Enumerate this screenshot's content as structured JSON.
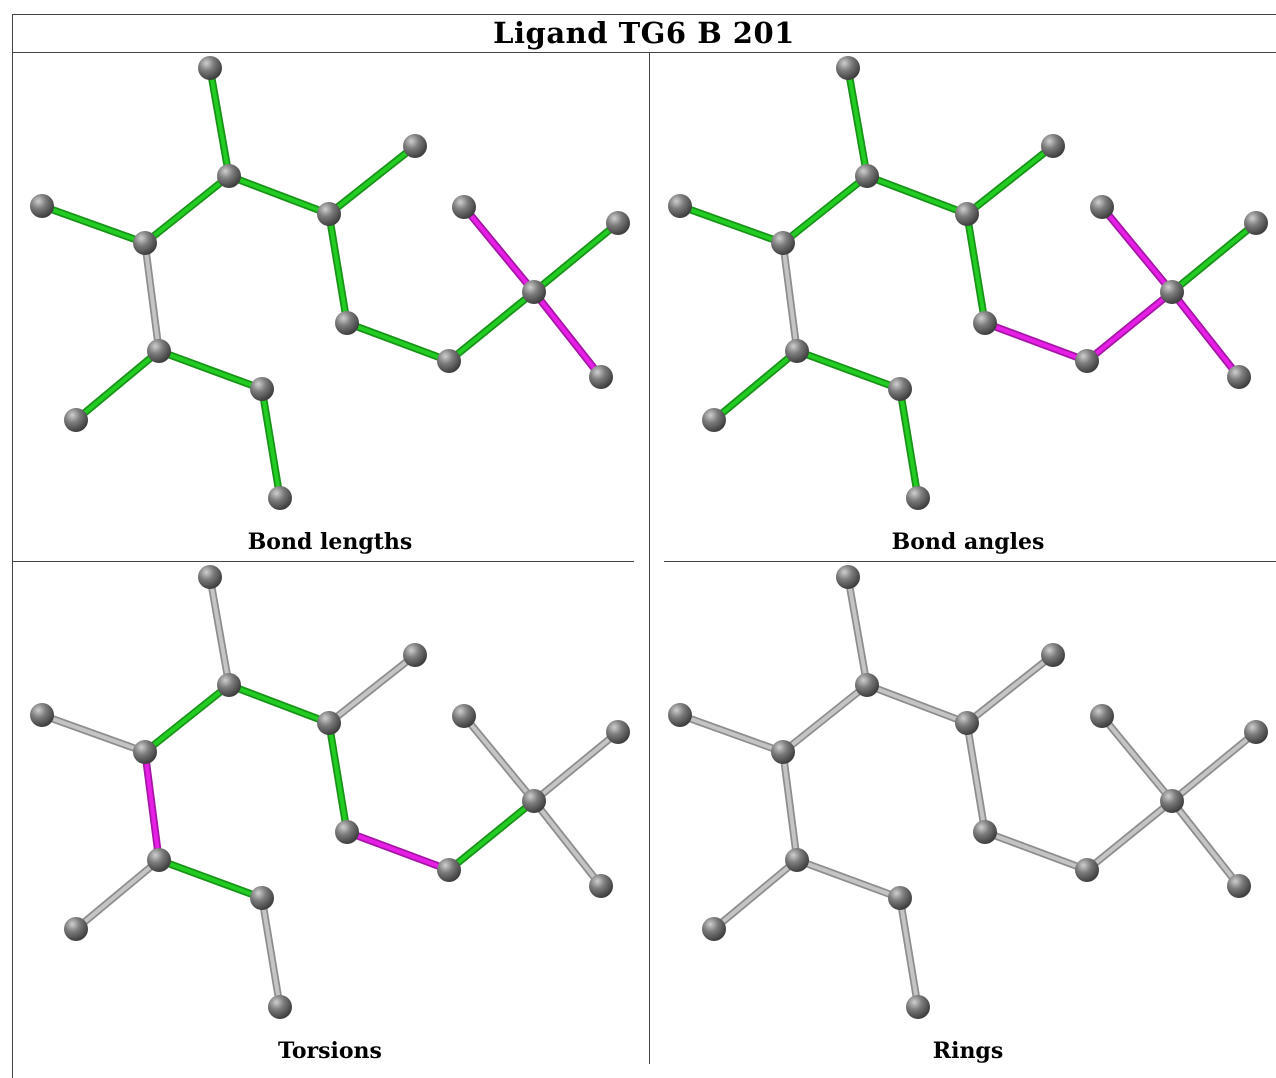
{
  "title": "Ligand TG6 B 201",
  "colors": {
    "atom": "#7c7c7c",
    "ok_bond": "#22cc22",
    "outlier_bond": "#e61ee6",
    "plain_bond": "#c4c4c4"
  },
  "panels": [
    {
      "caption": "Bond lengths",
      "key": "bond_lengths"
    },
    {
      "caption": "Bond angles",
      "key": "bond_angles"
    },
    {
      "caption": "Torsions",
      "key": "torsions"
    },
    {
      "caption": "Rings",
      "key": "rings"
    }
  ]
}
